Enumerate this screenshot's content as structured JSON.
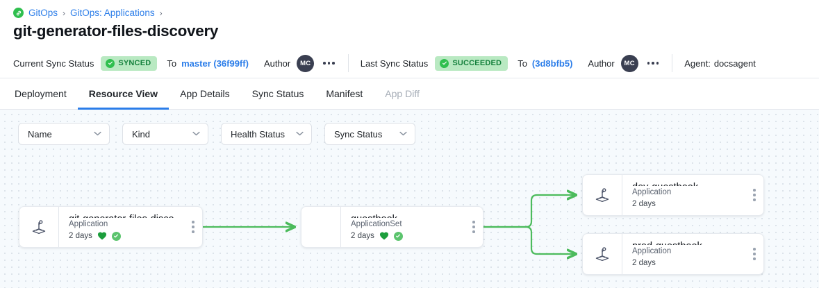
{
  "breadcrumb": {
    "logo_icon": "gitops-link-icon",
    "items": [
      {
        "label": "GitOps",
        "sep": "›"
      },
      {
        "label": "GitOps: Applications",
        "sep": "›"
      }
    ]
  },
  "page_title": "git-generator-files-discovery",
  "status_bar": {
    "current": {
      "label": "Current Sync Status",
      "badge": "SYNCED",
      "badge_icon": "check-circle-icon",
      "to_word": "To",
      "to_link": "master (36f99ff)",
      "author_label": "Author",
      "avatar_initials": "MC",
      "menu_icon": "ellipsis-horizontal-icon"
    },
    "last": {
      "label": "Last Sync Status",
      "badge": "SUCCEEDED",
      "badge_icon": "check-circle-icon",
      "to_word": "To",
      "to_link": "(3d8bfb5)",
      "author_label": "Author",
      "avatar_initials": "MC",
      "menu_icon": "ellipsis-horizontal-icon"
    },
    "agent_label": "Agent:",
    "agent_value": "docsagent"
  },
  "tabs": [
    {
      "label": "Deployment",
      "active": false,
      "disabled": false
    },
    {
      "label": "Resource View",
      "active": true,
      "disabled": false
    },
    {
      "label": "App Details",
      "active": false,
      "disabled": false
    },
    {
      "label": "Sync Status",
      "active": false,
      "disabled": false
    },
    {
      "label": "Manifest",
      "active": false,
      "disabled": false
    },
    {
      "label": "App Diff",
      "active": false,
      "disabled": true
    }
  ],
  "filters": [
    {
      "label": "Name",
      "icon": "chevron-down-icon"
    },
    {
      "label": "Kind",
      "icon": "chevron-down-icon"
    },
    {
      "label": "Health Status",
      "icon": "chevron-down-icon"
    },
    {
      "label": "Sync Status",
      "icon": "chevron-down-icon"
    }
  ],
  "graph": {
    "nodes": [
      {
        "id": "root",
        "title": "git-generator-files-disco...",
        "kind": "Application",
        "age": "2 days",
        "icon": "argo-application-icon",
        "health_icon": "heart-icon",
        "sync_icon": "check-circle-icon",
        "has_status_icons": true,
        "has_icon": true,
        "menu_icon": "ellipsis-vertical-icon"
      },
      {
        "id": "set",
        "title": "guestbook",
        "kind": "ApplicationSet",
        "age": "2 days",
        "icon": "",
        "health_icon": "heart-icon",
        "sync_icon": "check-circle-icon",
        "has_status_icons": true,
        "has_icon": false,
        "menu_icon": "ellipsis-vertical-icon"
      },
      {
        "id": "dev",
        "title": "dev-guestbook",
        "kind": "Application",
        "age": "2 days",
        "icon": "argo-application-icon",
        "health_icon": "",
        "sync_icon": "",
        "has_status_icons": false,
        "has_icon": true,
        "menu_icon": "ellipsis-vertical-icon"
      },
      {
        "id": "prod",
        "title": "prod-guestbook",
        "kind": "Application",
        "age": "2 days",
        "icon": "argo-application-icon",
        "health_icon": "",
        "sync_icon": "",
        "has_status_icons": false,
        "has_icon": true,
        "menu_icon": "ellipsis-vertical-icon"
      }
    ],
    "edges": [
      {
        "from": "root",
        "to": "set"
      },
      {
        "from": "set",
        "to": "dev"
      },
      {
        "from": "set",
        "to": "prod"
      }
    ]
  },
  "colors": {
    "link_blue": "#2b7de9",
    "success_green": "#2fbf4e",
    "badge_bg": "#b9e9c2",
    "badge_text": "#14803c",
    "edge_green": "#4cbb5c",
    "canvas_bg": "#f6fafd",
    "avatar_bg": "#3a3f51"
  }
}
